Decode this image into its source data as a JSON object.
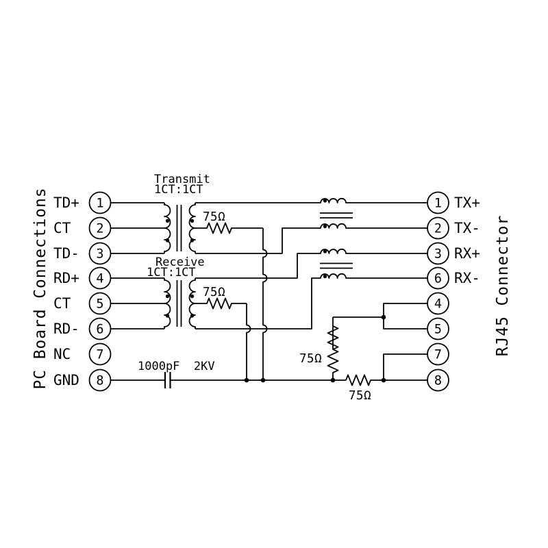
{
  "left": {
    "header": "PC Board Connections",
    "pins": [
      {
        "num": "1",
        "label": "TD+"
      },
      {
        "num": "2",
        "label": "CT"
      },
      {
        "num": "3",
        "label": "TD-"
      },
      {
        "num": "4",
        "label": "RD+"
      },
      {
        "num": "5",
        "label": "CT"
      },
      {
        "num": "6",
        "label": "RD-"
      },
      {
        "num": "7",
        "label": "NC"
      },
      {
        "num": "8",
        "label": "GND"
      }
    ]
  },
  "right": {
    "header": "RJ45 Connector",
    "pins": [
      {
        "num": "1",
        "label": "TX+"
      },
      {
        "num": "2",
        "label": "TX-"
      },
      {
        "num": "3",
        "label": "RX+"
      },
      {
        "num": "6",
        "label": "RX-"
      },
      {
        "num": "4",
        "label": ""
      },
      {
        "num": "5",
        "label": ""
      },
      {
        "num": "7",
        "label": ""
      },
      {
        "num": "8",
        "label": ""
      }
    ]
  },
  "transformers": {
    "transmit": {
      "name": "Transmit",
      "ratio": "1CT:1CT"
    },
    "receive": {
      "name": "Receive",
      "ratio": "1CT:1CT"
    }
  },
  "resistors": {
    "transmit_ct": "75Ω",
    "receive_ct": "75Ω",
    "pins_4_5": "75Ω",
    "pins_7_8": "75Ω"
  },
  "capacitor": {
    "label": "1000pF  2KV"
  },
  "colors": {
    "ink": "#000000",
    "background": "#ffffff"
  }
}
